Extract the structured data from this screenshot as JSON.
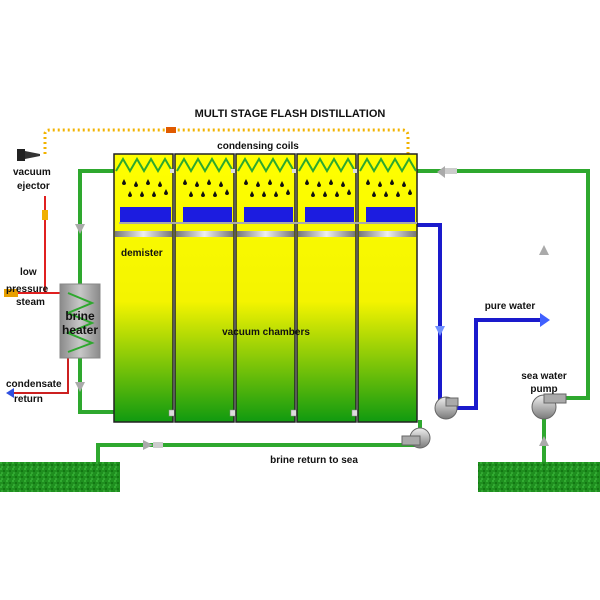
{
  "title": "MULTI STAGE FLASH DISTILLATION",
  "labels": {
    "condensing_coils": "condensing coils",
    "vacuum_ejector_1": "vacuum",
    "vacuum_ejector_2": "ejector",
    "demister": "demister",
    "vacuum_chambers": "vacuum chambers",
    "low_pressure_1": "low",
    "low_pressure_2": "pressure",
    "low_pressure_3": "steam",
    "brine_heater_1": "brine",
    "brine_heater_2": "heater",
    "condensate_1": "condensate",
    "condensate_2": "return",
    "pure_water": "pure water",
    "sea_water_pump_1": "sea water",
    "sea_water_pump_2": "pump",
    "brine_return": "brine return to sea"
  },
  "chambers": {
    "count": 5
  },
  "colors": {
    "seawater_pipe": "#2ea82e",
    "pure_water_pipe": "#1a1acc",
    "steam_pipe": "#e02020",
    "vacuum_line": "#f2b300",
    "chamber_top": "#ffff00",
    "chamber_bottom": "#139f13",
    "collector_tray": "#1c1ce0",
    "ground": "#1d8f1d"
  }
}
